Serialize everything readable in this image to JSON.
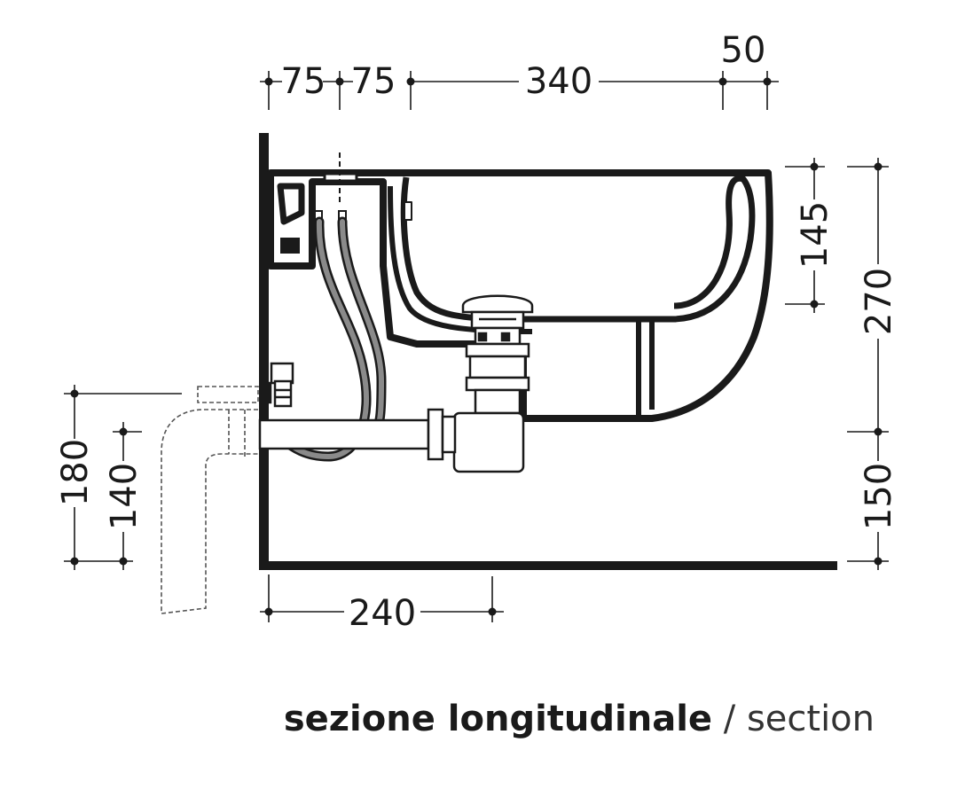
{
  "dimensions": {
    "top_75_left": "75",
    "top_75_right": "75",
    "top_340": "340",
    "top_50": "50",
    "right_145": "145",
    "right_270": "270",
    "right_150": "150",
    "left_180": "180",
    "left_140": "140",
    "bottom_240": "240"
  },
  "caption": {
    "primary": "sezione longitudinale",
    "separator": " / ",
    "secondary": "section"
  },
  "colors": {
    "ink": "#1a1a1a",
    "hose": "#8a8a8a"
  }
}
